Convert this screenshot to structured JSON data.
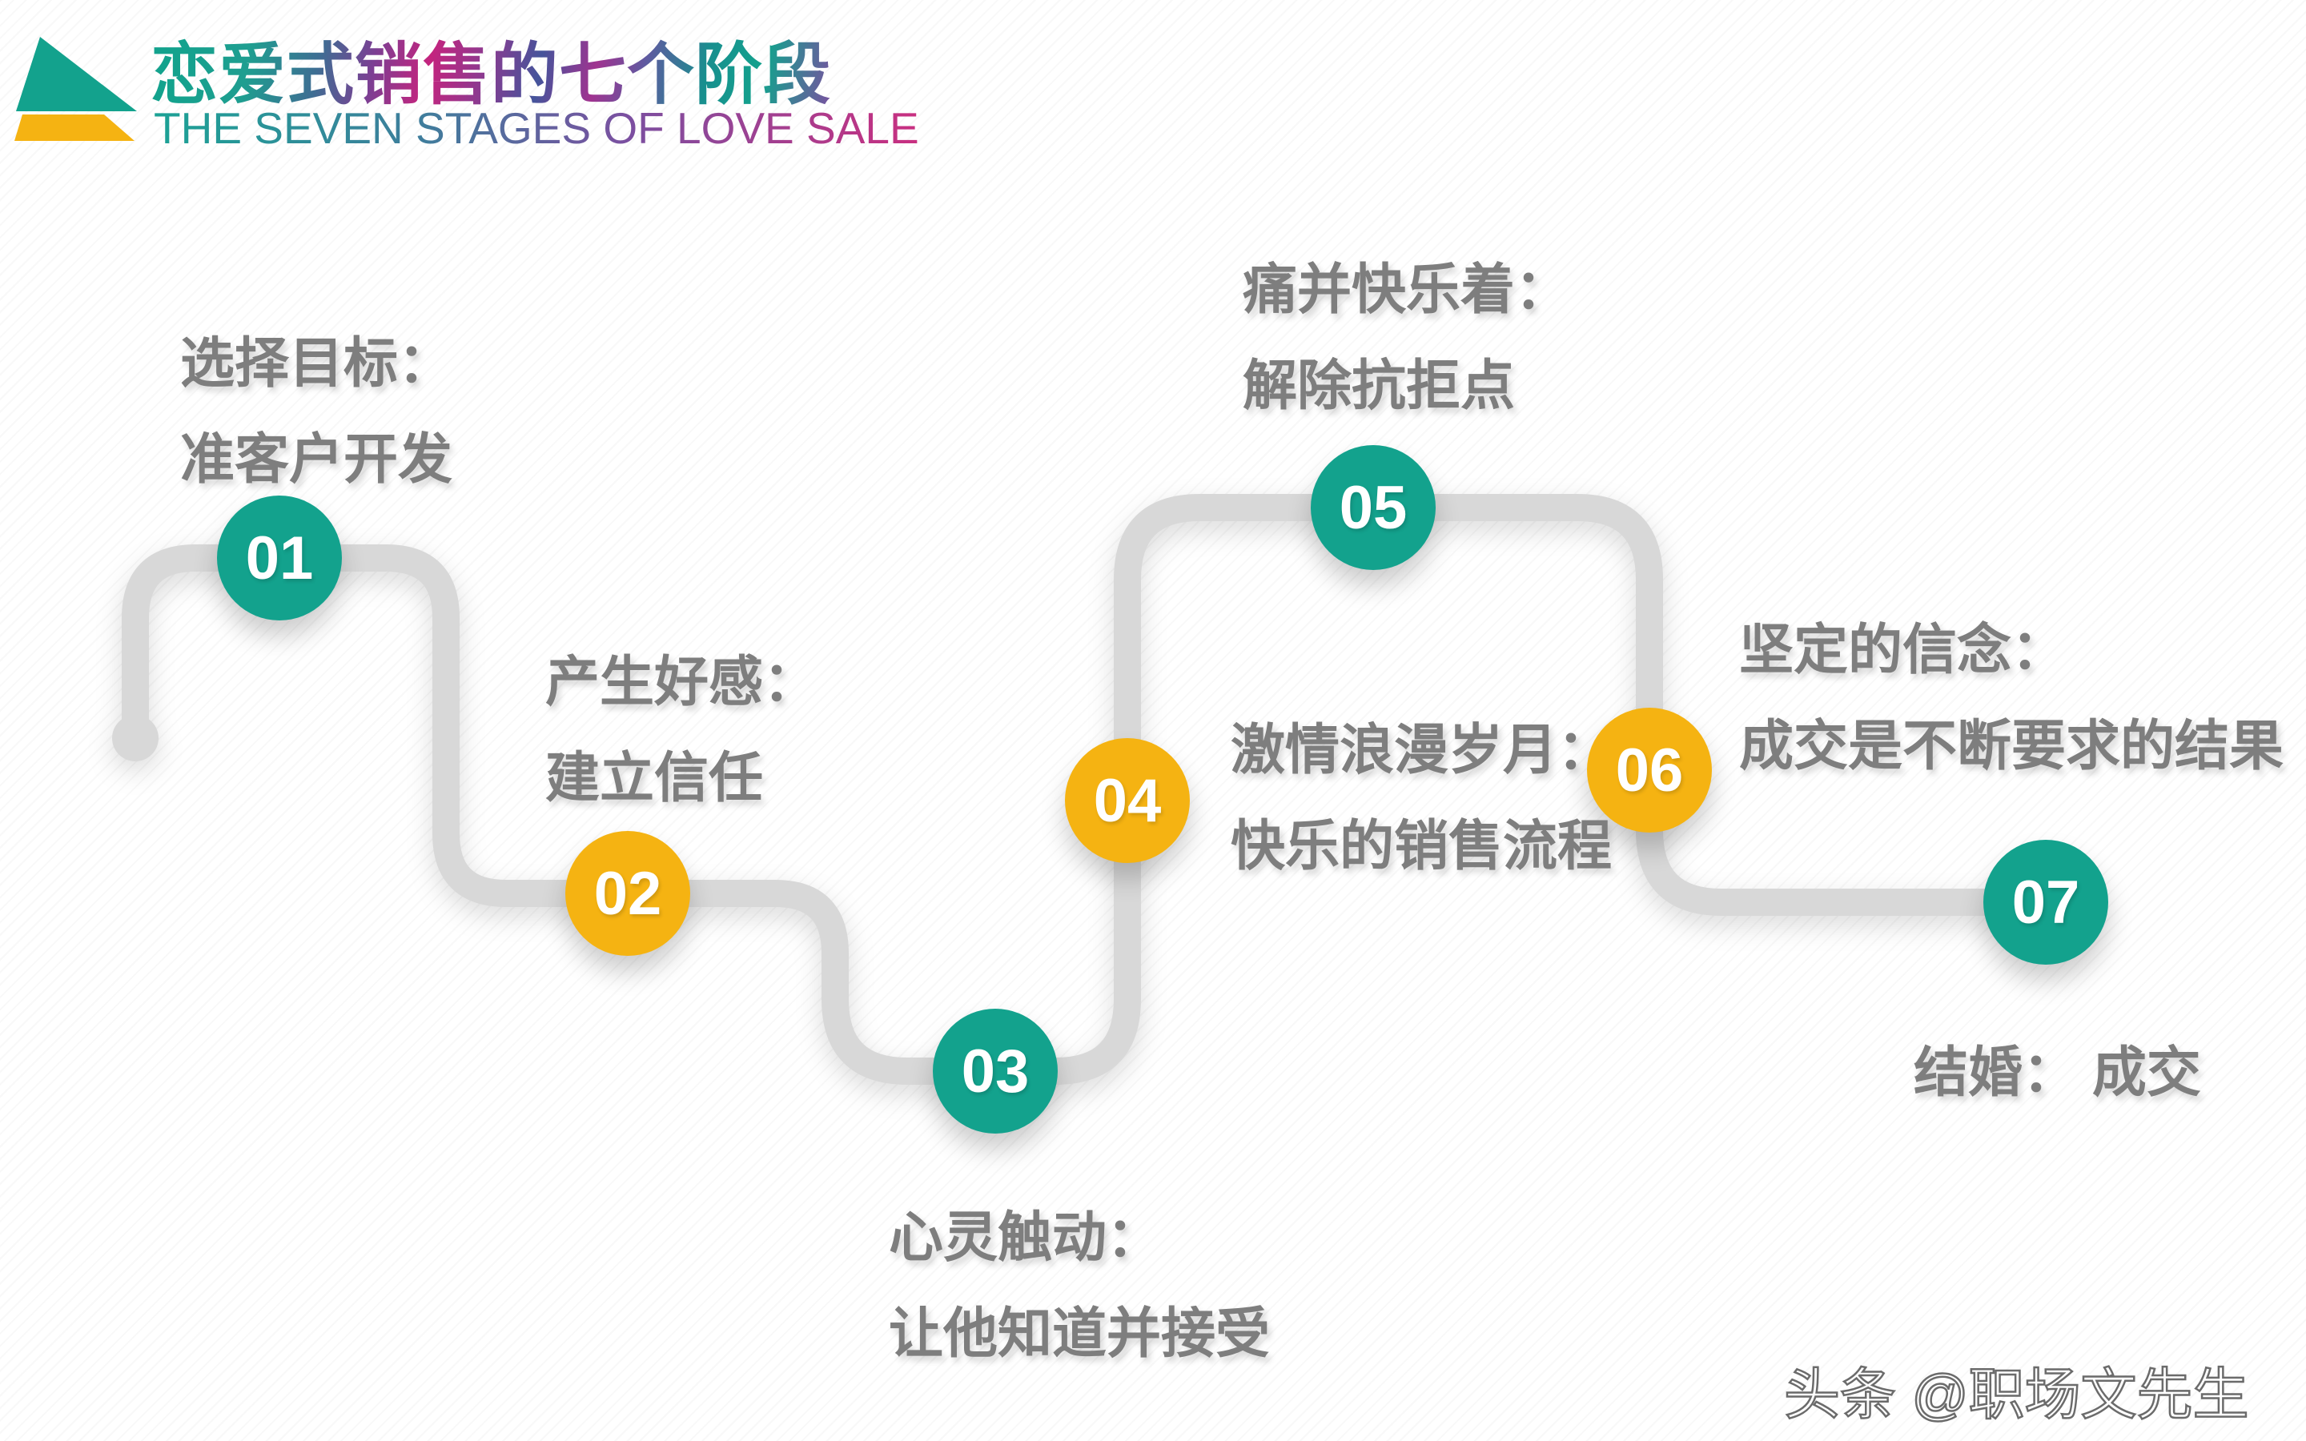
{
  "header": {
    "title": "恋爱式销售的七个阶段",
    "subtitle": "THE SEVEN STAGES OF LOVE SALE"
  },
  "stages": [
    {
      "number": "01",
      "color": "teal",
      "lines": [
        "选择目标：",
        "准客户开发"
      ]
    },
    {
      "number": "02",
      "color": "yellow",
      "lines": [
        "产生好感：",
        "建立信任"
      ]
    },
    {
      "number": "03",
      "color": "teal",
      "lines": [
        "心灵触动：",
        "让他知道并接受"
      ]
    },
    {
      "number": "04",
      "color": "yellow",
      "lines": [
        "激情浪漫岁月：",
        "快乐的销售流程"
      ]
    },
    {
      "number": "05",
      "color": "teal",
      "lines": [
        "痛并快乐着：",
        "解除抗拒点"
      ]
    },
    {
      "number": "06",
      "color": "yellow",
      "lines": [
        "坚定的信念：",
        "成交是不断要求的结果"
      ]
    },
    {
      "number": "07",
      "color": "teal",
      "lines": [
        "结婚： 成交"
      ]
    }
  ],
  "watermark": "头条 @职场文先生",
  "colors": {
    "teal": "#13A28D",
    "yellow": "#F5B312",
    "path": "#D8D8D8",
    "label": "#7E7E7E",
    "magenta": "#C4247E",
    "slate": "#3E6E93",
    "purple": "#7B4FA0"
  }
}
